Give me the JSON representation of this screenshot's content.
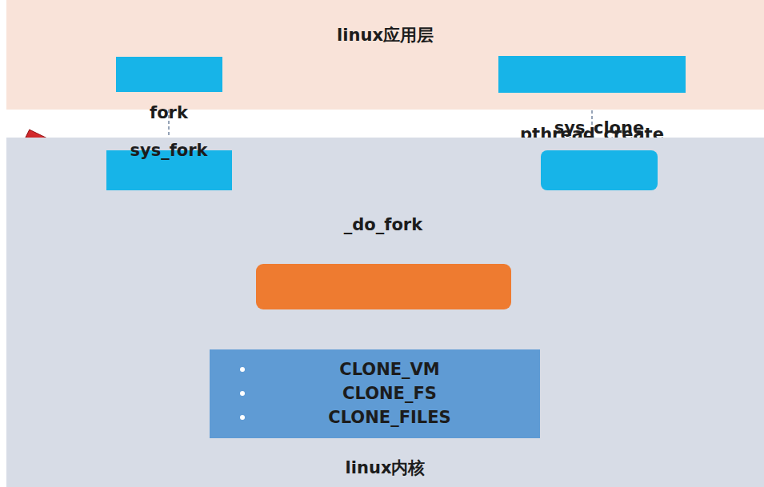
{
  "diagram": {
    "nodes": [
      {
        "text": [
          "linux应用层"
        ]
      },
      {
        "text": [
          "fork"
        ],
        "in": 0
      },
      {
        "text": [
          "pthread_create"
        ],
        "in": 0
      },
      {
        "text": [
          "linux内核"
        ]
      },
      {
        "text": [
          "sys_fork"
        ],
        "in": 3
      },
      {
        "text": [
          "sys_clone"
        ],
        "in": 3
      },
      {
        "text": [
          "_do_fork"
        ],
        "in": 3
      },
      {
        "text": [
          "CLONE_VM",
          "CLONE_FS",
          "CLONE_FILES"
        ],
        "in": 3
      }
    ],
    "edges": [
      {
        "from": 1,
        "to": 4,
        "arrow": "to"
      },
      {
        "from": 2,
        "to": 5,
        "arrow": "to"
      },
      {
        "from": 4,
        "to": 6,
        "arrow": "to"
      },
      {
        "from": 5,
        "to": 6,
        "arrow": "to"
      }
    ]
  }
}
